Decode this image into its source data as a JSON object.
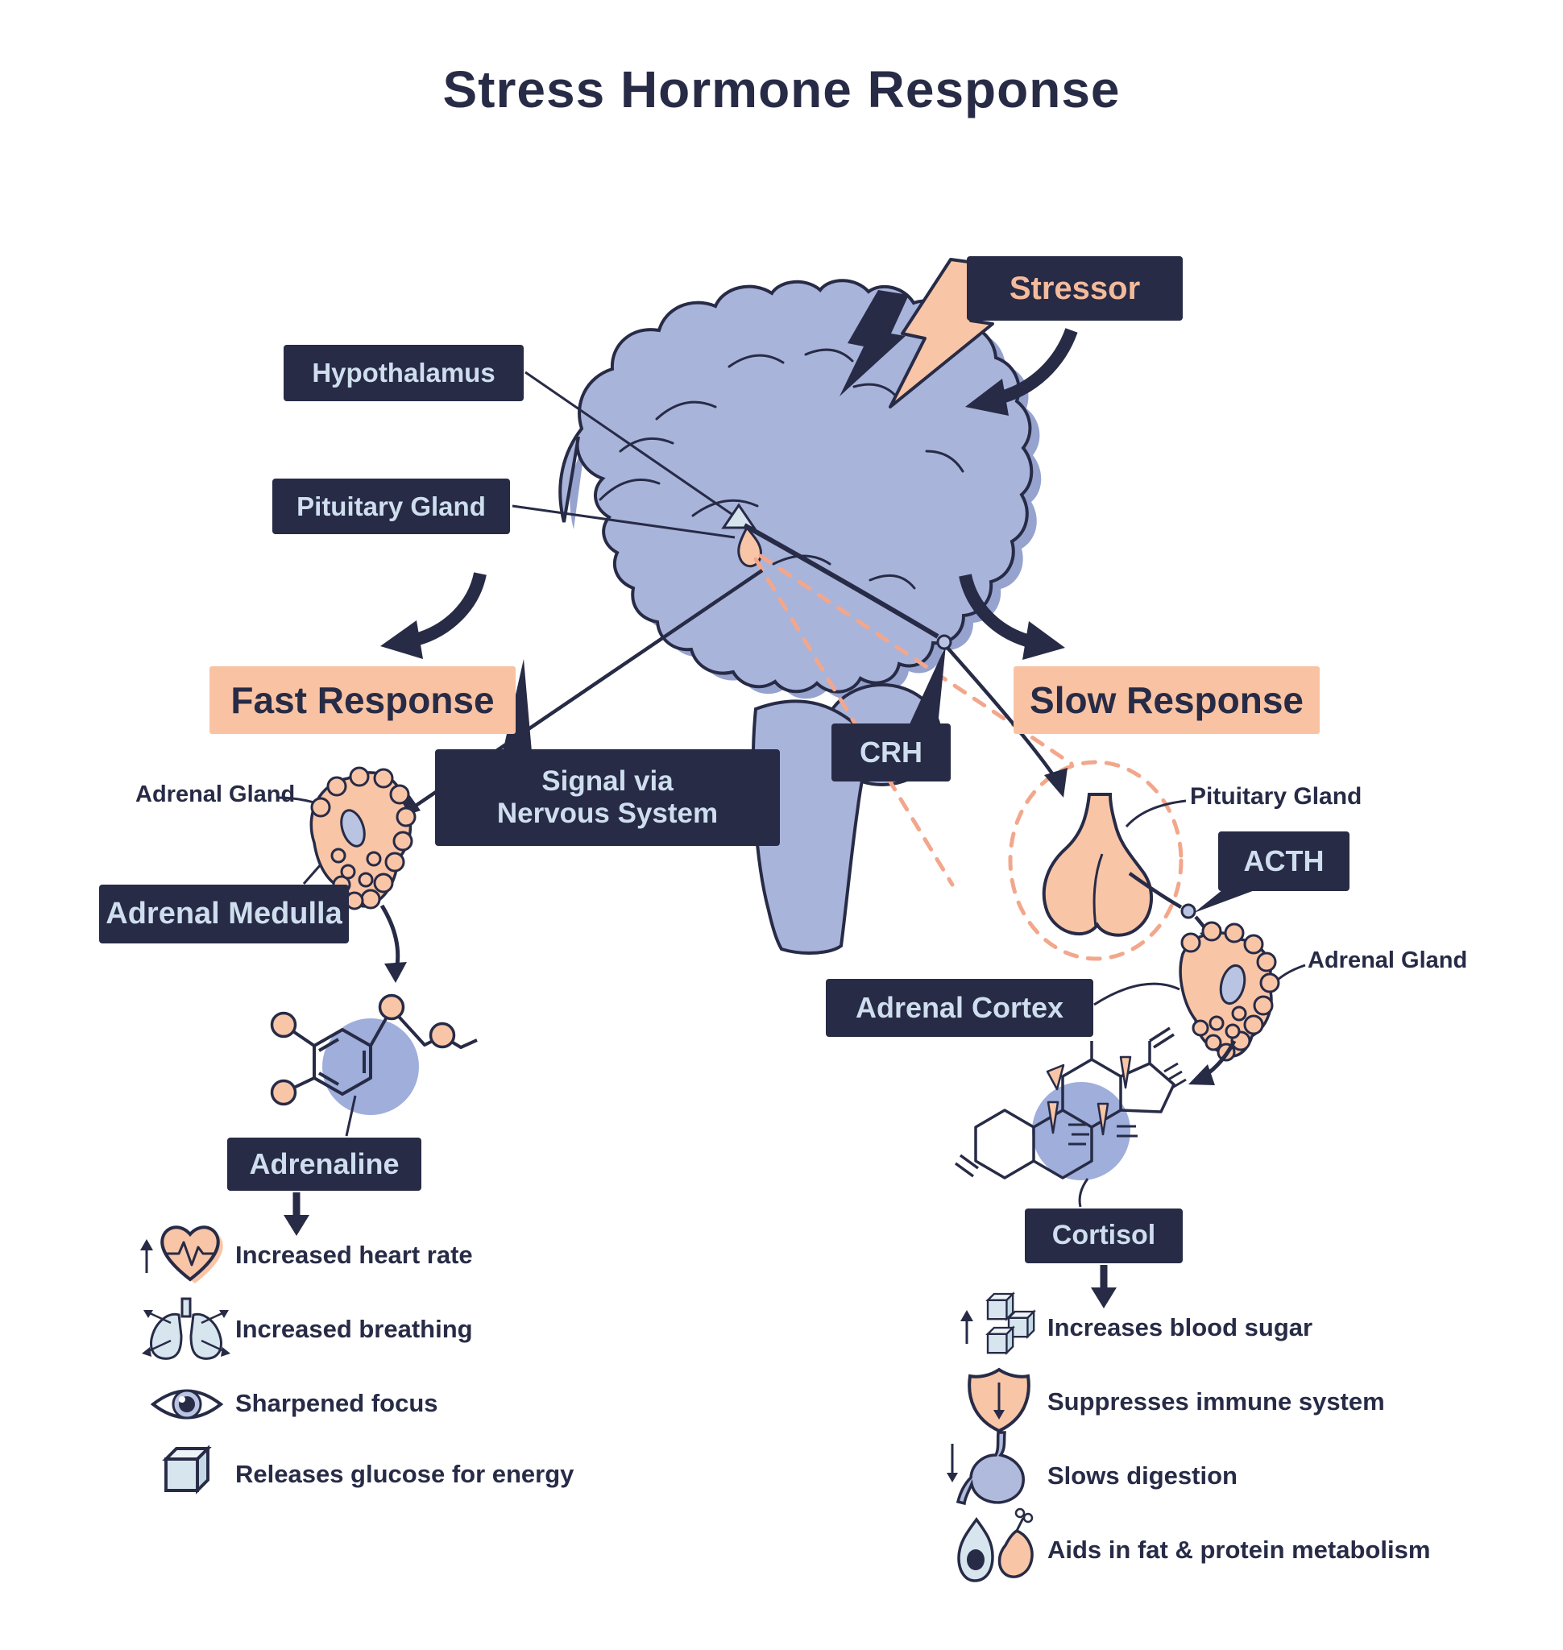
{
  "title": "Stress Hormone Response",
  "colors": {
    "navy": "#272b46",
    "peach": "#f9c5a7",
    "peachbg": "#f9c3a3",
    "peachtext": "#f4bb9b",
    "lighttext": "#cfdeee",
    "brain": "#a9b4db",
    "brainshadow": "#96a3cf",
    "periwinkle": "#9faeda",
    "iceblue": "#d7e6ee",
    "icebluetop": "#ecf4f8",
    "iceblueside": "#c2d9e5",
    "palefill": "#d6e4ee",
    "nodefill": "#b9c4e2",
    "dashpeach": "#f2a78c",
    "stomach": "#afbadd"
  },
  "labels": {
    "stressor": "Stressor",
    "hypothalamus": "Hypothalamus",
    "pituitary_left": "Pituitary Gland",
    "fast_response": "Fast Response",
    "slow_response": "Slow Response",
    "signal_line1": "Signal via",
    "signal_line2": "Nervous System",
    "crh": "CRH",
    "adrenal_gland_left": "Adrenal Gland",
    "adrenal_medulla": "Adrenal Medulla",
    "adrenaline": "Adrenaline",
    "pituitary_right": "Pituitary Gland",
    "acth": "ACTH",
    "adrenal_gland_right": "Adrenal Gland",
    "adrenal_cortex": "Adrenal Cortex",
    "cortisol": "Cortisol"
  },
  "fast_effects": [
    {
      "icon": "heart-rate-icon",
      "label": "Increased heart rate"
    },
    {
      "icon": "lungs-icon",
      "label": "Increased breathing"
    },
    {
      "icon": "eye-icon",
      "label": "Sharpened focus"
    },
    {
      "icon": "glucose-cube-icon",
      "label": "Releases glucose for energy"
    }
  ],
  "slow_effects": [
    {
      "icon": "blood-sugar-icon",
      "label": "Increases blood sugar"
    },
    {
      "icon": "immune-shield-icon",
      "label": "Suppresses immune system"
    },
    {
      "icon": "stomach-icon",
      "label": "Slows digestion"
    },
    {
      "icon": "fat-protein-icon",
      "label": "Aids in fat & protein metabolism"
    }
  ]
}
